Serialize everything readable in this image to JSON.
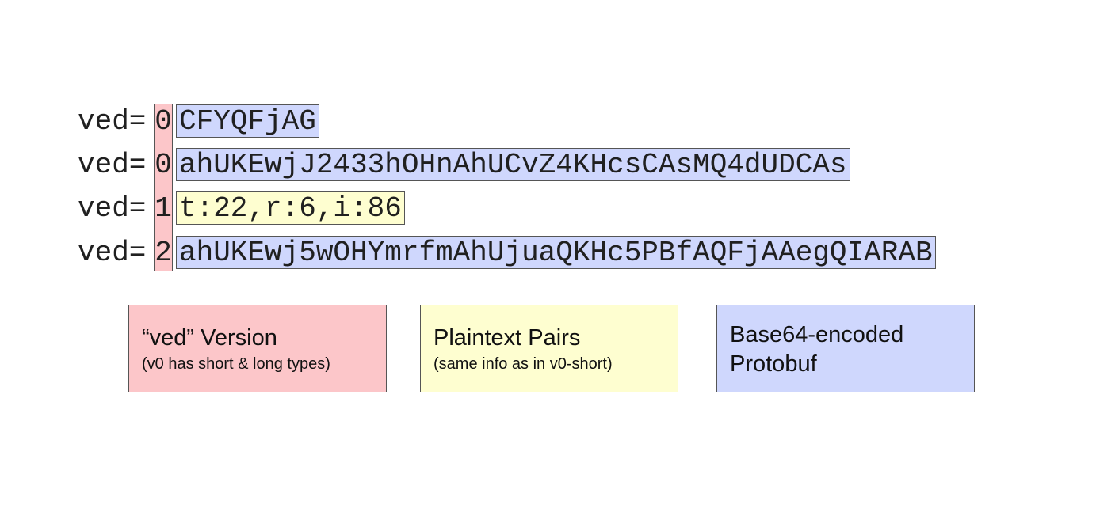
{
  "lines": [
    {
      "prefix": "ved=",
      "version": "0",
      "payload": "CFYQFjAG",
      "payload_kind": "base64-protobuf"
    },
    {
      "prefix": "ved=",
      "version": "0",
      "payload": "ahUKEwjJ2433hOHnAhUCvZ4KHcsCAsMQ4dUDCAs",
      "payload_kind": "base64-protobuf"
    },
    {
      "prefix": "ved=",
      "version": "1",
      "payload": "t:22,r:6,i:86",
      "payload_kind": "plaintext-pairs"
    },
    {
      "prefix": "ved=",
      "version": "2",
      "payload": "ahUKEwj5wOHYmrfmAhUjuaQKHc5PBfAQFjAAegQIARAB",
      "payload_kind": "base64-protobuf"
    }
  ],
  "legend": {
    "version": {
      "title": "“ved” Version",
      "subtitle": "(v0 has short & long types)",
      "color": "#fcc6c9"
    },
    "plaintext": {
      "title": "Plaintext Pairs",
      "subtitle": "(same info as in v0-short)",
      "color": "#fefed0"
    },
    "protobuf": {
      "title_line1": "Base64-encoded",
      "title_line2": "Protobuf",
      "color": "#cfd7fd"
    }
  }
}
